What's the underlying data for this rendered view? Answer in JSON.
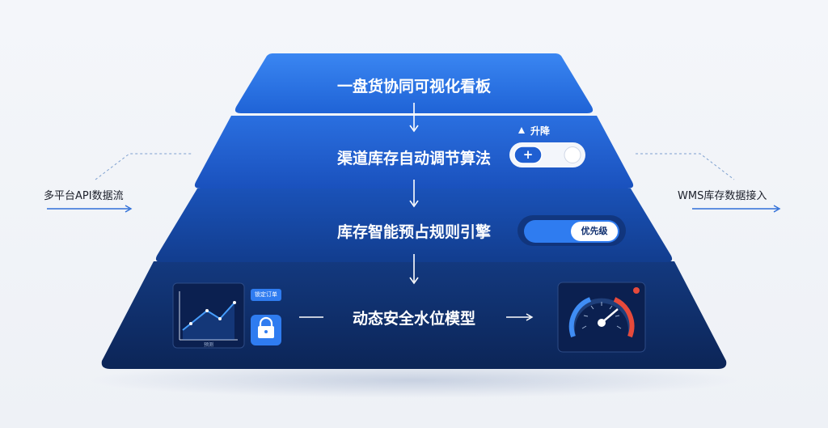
{
  "left_input": {
    "label": "多平台API数据流"
  },
  "right_input": {
    "label": "WMS库存数据接入"
  },
  "layers": [
    {
      "label": "一盘货协同可视化看板"
    },
    {
      "label": "渠道库存自动调节算法",
      "toggle_caption": "升降",
      "button_glyph": "+"
    },
    {
      "label": "库存智能预占规则引擎",
      "switch_label": "优先级"
    },
    {
      "label": "动态安全水位模型",
      "lock_caption": "锁定订单",
      "chart_caption": "预测"
    }
  ],
  "colors": {
    "layer1": "#2b73e6",
    "layer2": "#1f5fd1",
    "layer3": "#15449f",
    "layer4": "#0f2f6f",
    "accent": "#2f7cf0",
    "alert": "#e64a3b"
  },
  "icons": [
    "arrow-down-icon",
    "arrow-right-icon",
    "lock-icon",
    "plus-icon",
    "gauge-icon",
    "line-chart-icon",
    "caret-up-icon"
  ]
}
